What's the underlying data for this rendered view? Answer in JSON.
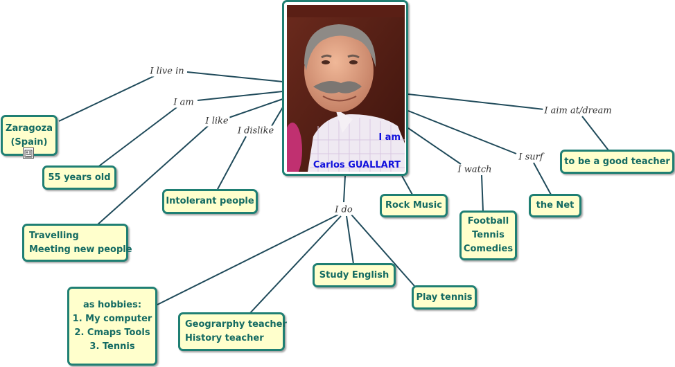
{
  "center": {
    "caption_top": "I am",
    "caption_name": "Carlos GUALLART"
  },
  "links": {
    "live_in": "I live in",
    "am": "I am",
    "like": "I like",
    "dislike": "I dislike",
    "do": "I do",
    "watch": "I watch",
    "surf": "I surf",
    "aim": "I aim at/dream"
  },
  "concepts": {
    "zaragoza": [
      "Zaragoza",
      "(Spain)"
    ],
    "age": "55 years old",
    "likes": [
      "Travelling",
      "Meeting new people"
    ],
    "dislikes": "Intolerant people",
    "music": "Rock Music",
    "watch": [
      "Football",
      "Tennis",
      "Comedies"
    ],
    "surf": "the Net",
    "dream": "to be a good teacher",
    "hobbies": [
      "as hobbies:",
      "1. My computer",
      "2. Cmaps Tools",
      "3. Tennis"
    ],
    "job": [
      "Geograrphy teacher",
      "History teacher"
    ],
    "study": "Study English",
    "play": "Play tennis"
  }
}
